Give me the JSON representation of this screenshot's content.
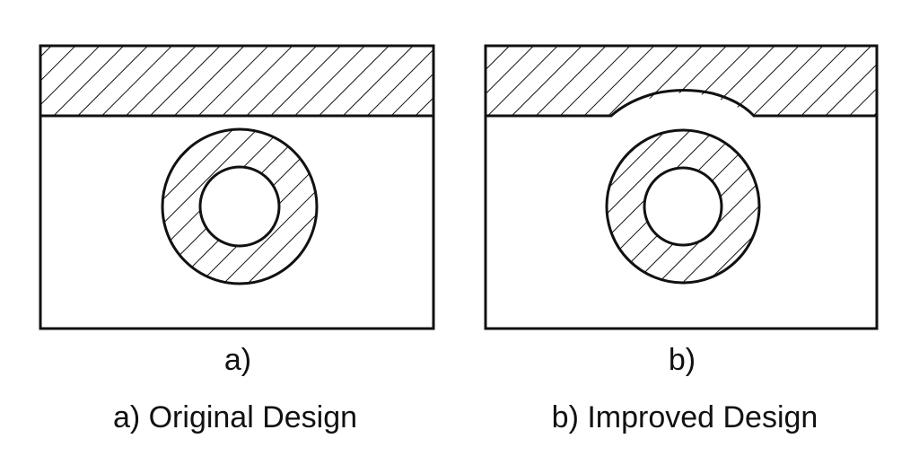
{
  "figure": {
    "panels": [
      {
        "id": "a",
        "sub_label": "a)",
        "caption": "a) Original Design",
        "has_relief_arc": false
      },
      {
        "id": "b",
        "sub_label": "b)",
        "caption": "b) Improved Design",
        "has_relief_arc": true
      }
    ],
    "colors": {
      "stroke": "#111111",
      "background": "#ffffff"
    },
    "icons": [
      "hatch-pattern"
    ]
  }
}
